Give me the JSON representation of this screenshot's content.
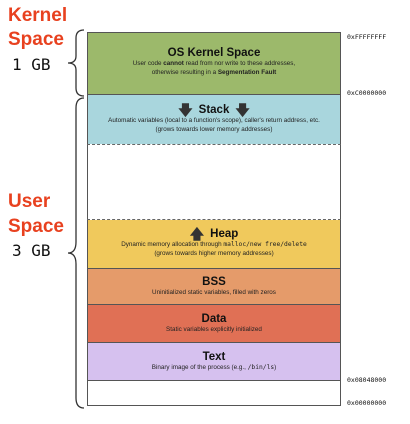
{
  "kernel_label": {
    "line1": "Kernel",
    "line2": "Space",
    "size": "1 GB"
  },
  "user_label": {
    "line1": "User",
    "line2": "Space",
    "size": "3 GB"
  },
  "segments": {
    "kernel": {
      "title": "OS Kernel Space",
      "desc_a": "User code ",
      "desc_b": "cannot",
      "desc_c": " read from nor write to these addresses,",
      "desc_d": "otherwise resulting in a ",
      "desc_e": "Segmentation Fault",
      "color": "#9cb96b"
    },
    "stack": {
      "title": "Stack",
      "desc_line1": "Automatic variables (local to a function's scope), caller's return address, etc.",
      "desc_line2": "(grows towards lower memory addresses)",
      "color": "#a9d6dd"
    },
    "heap": {
      "title": "Heap",
      "desc_a": "Dynamic memory allocation through ",
      "desc_b": "malloc/new free/delete",
      "desc_line2": "(grows towards higher memory addresses)",
      "color": "#f0c95c"
    },
    "bss": {
      "title": "BSS",
      "desc": "Uninitialized static variables, filled with zeros",
      "color": "#e59b6a"
    },
    "data": {
      "title": "Data",
      "desc": "Static variables explicitly initialized",
      "color": "#e07055"
    },
    "text": {
      "title": "Text",
      "desc_a": "Binary image of the process (e.g., ",
      "desc_b": "/bin/ls",
      "desc_c": ")",
      "color": "#d6c1ef"
    }
  },
  "addresses": {
    "top": "0xFFFFFFFF",
    "kernel_boundary": "0xC0000000",
    "text_start": "0x08048000",
    "bottom": "0x00000000"
  }
}
